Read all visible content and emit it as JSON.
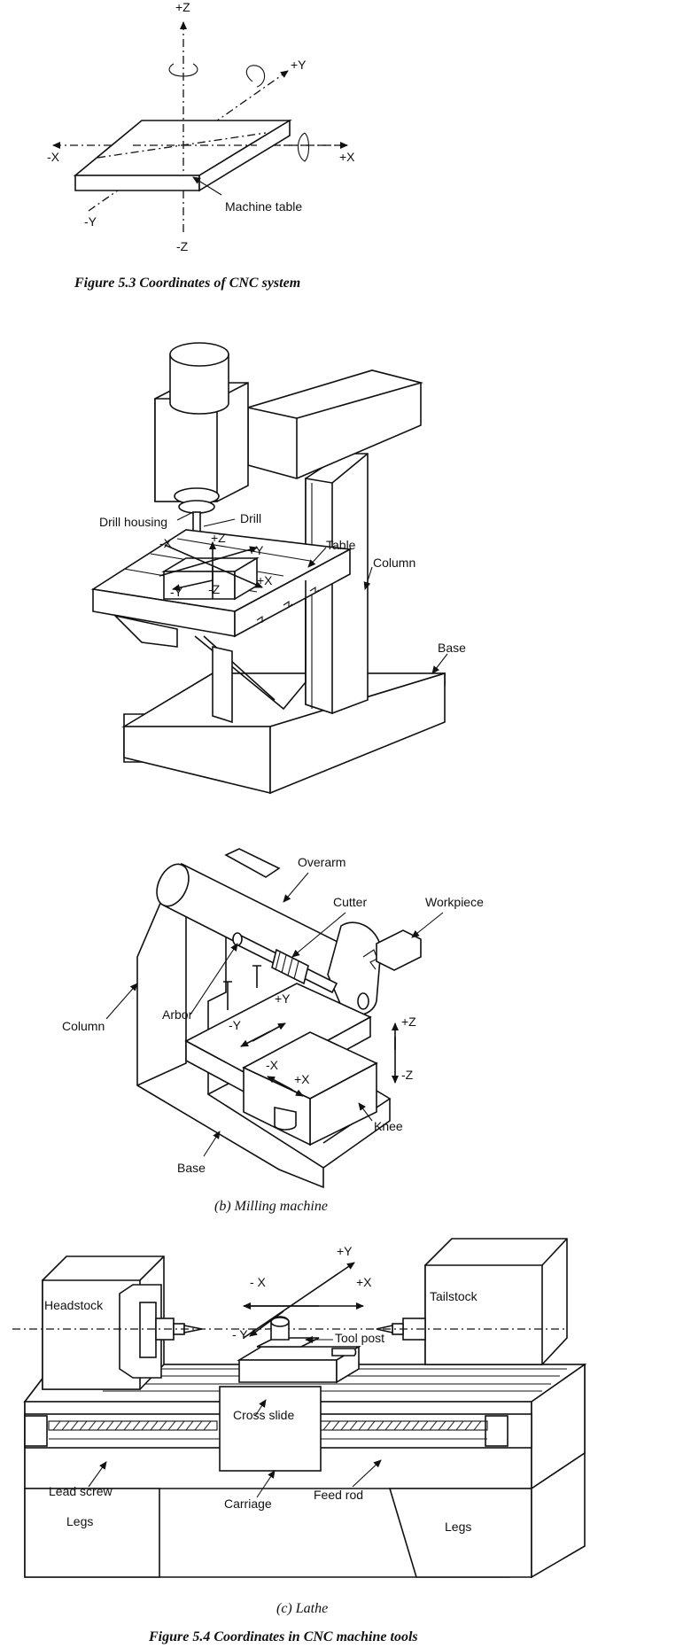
{
  "fig53": {
    "axes": {
      "pz": "+Z",
      "py": "+Y",
      "mx": "-X",
      "px": "+X",
      "my": "-Y",
      "mz": "-Z"
    },
    "table_label": "Machine table",
    "caption": "Figure 5.3 Coordinates of CNC system"
  },
  "drill": {
    "labels": {
      "drill_housing": "Drill housing",
      "drill": "Drill",
      "table": "Table",
      "column": "Column",
      "base": "Base"
    },
    "axes": {
      "mx": "-X",
      "pz": "+Z",
      "py": "+Y",
      "my": "-Y",
      "mz": "-Z",
      "px": "+X"
    }
  },
  "milling": {
    "labels": {
      "overarm": "Overarm",
      "cutter": "Cutter",
      "workpiece": "Workpiece",
      "arbor": "Arbor",
      "column": "Column",
      "knee": "Knee",
      "base": "Base"
    },
    "axes": {
      "py": "+Y",
      "my": "-Y",
      "mx": "-X",
      "px": "+X",
      "pz": "+Z",
      "mz": "-Z"
    },
    "caption": "(b) Milling machine"
  },
  "lathe": {
    "labels": {
      "headstock": "Headstock",
      "tailstock": "Tailstock",
      "tool_post": "Tool post",
      "cross_slide": "Cross slide",
      "lead_screw": "Lead screw",
      "carriage": "Carriage",
      "feed_rod": "Feed rod",
      "legs_left": "Legs",
      "legs_right": "Legs"
    },
    "axes": {
      "py": "+Y",
      "mx": "- X",
      "px": "+X",
      "my": "- Y"
    },
    "caption": "(c) Lathe"
  },
  "fig54_caption": "Figure 5.4 Coordinates in CNC machine tools"
}
